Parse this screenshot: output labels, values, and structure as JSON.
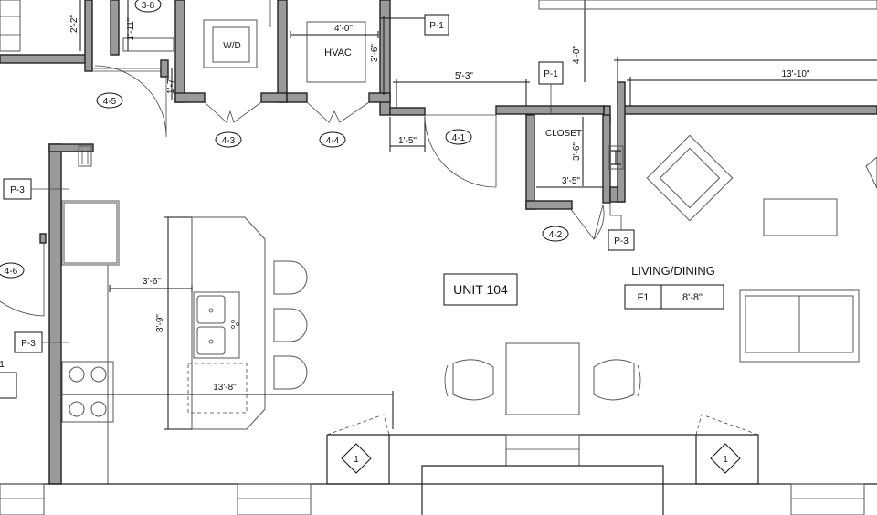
{
  "rooms": {
    "unit_name": "UNIT 104",
    "closet": "CLOSET",
    "living_dining": "LIVING/DINING",
    "wd": "W/D",
    "hvac": "HVAC"
  },
  "finish_tag": {
    "code": "F1",
    "height": "8'-8\""
  },
  "door_tags": [
    "4-1",
    "4-2",
    "4-3",
    "4-4",
    "4-5",
    "4-6",
    "3-8"
  ],
  "partition_tags": [
    "P-1",
    "P-1",
    "P-3",
    "P-3",
    "P-3"
  ],
  "window_tags": [
    "1",
    "1"
  ],
  "dimensions": {
    "hvac_width": "4'-0\"",
    "hvac_depth": "3'-6\"",
    "top_left_a": "2'-2\"",
    "top_left_b": "1'-11\"",
    "wall_stub": "1'-7\"",
    "jamb_return": "1'-5\"",
    "corridor": "5'-3\"",
    "upper_right": "4'-0\"",
    "living_span": "13'-10\"",
    "closet_width": "3'-5\"",
    "closet_depth": "3'-6\"",
    "island_offset": "3'-6\"",
    "island_length": "8'-9\"",
    "kitchen_span": "13'-8\""
  },
  "partial_tag": "1"
}
